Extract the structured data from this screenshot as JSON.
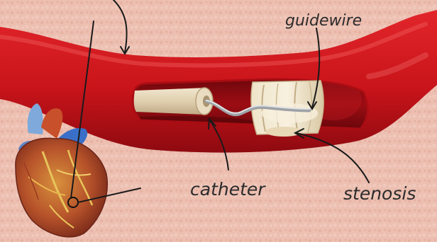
{
  "labels": {
    "guidewire": "guidewire",
    "catheter": "catheter",
    "stenosis": "stenosis"
  },
  "colors": {
    "tissue": "#eab8aa",
    "artery": "#c8141a",
    "artery_dark": "#8e0a10",
    "catheter": "#e6d8bd",
    "guidewire": "#bfc3c6",
    "plaque": "#f0e8d2",
    "annotation": "#1a1a1a"
  },
  "icons": [
    "heart-illustration",
    "artery-illustration",
    "catheter-illustration",
    "guidewire-illustration",
    "stenosis-plaque-illustration",
    "annotation-arrows"
  ]
}
